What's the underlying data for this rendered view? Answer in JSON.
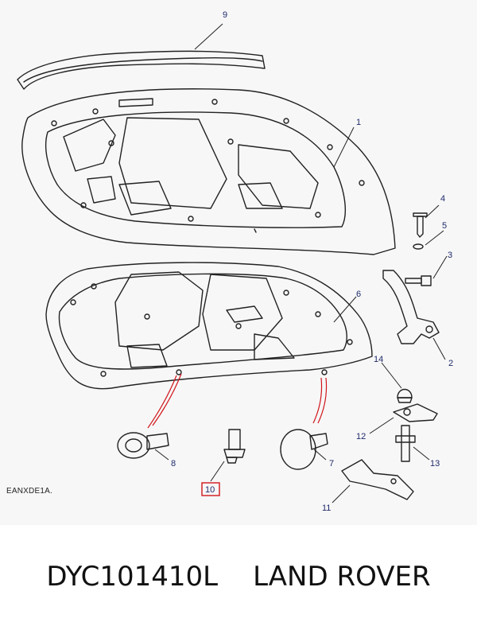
{
  "diagram": {
    "reference_code": "EANXDE1A.",
    "callouts": [
      "1",
      "2",
      "3",
      "4",
      "5",
      "6",
      "7",
      "8",
      "9",
      "10",
      "11",
      "12",
      "13",
      "14"
    ],
    "highlighted_callout": "10",
    "colors": {
      "line": "#222222",
      "label": "#1f2a6b",
      "leader_red": "#d0161b",
      "highlight": "#d0161b"
    }
  },
  "caption": {
    "part_number": "DYC101410L",
    "brand": "LAND ROVER"
  }
}
